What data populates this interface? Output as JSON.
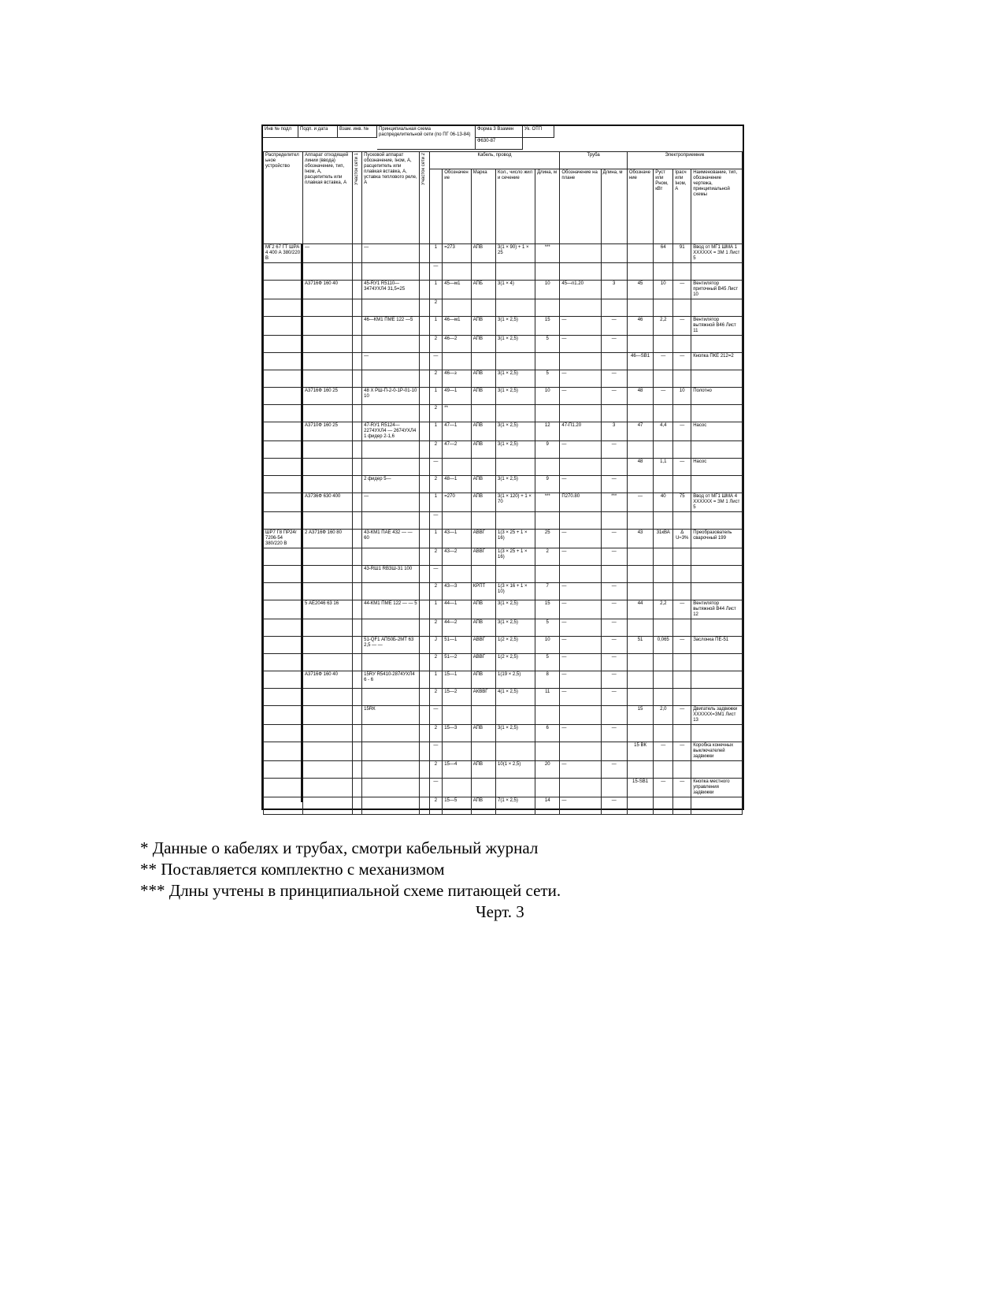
{
  "scan": {
    "stamp": [
      "Инв № подл",
      "Подп. и дата",
      "Взам. инв. №",
      "Принципиальная схема распределительной сети (по ПГ 06-13-84)",
      "Форма 3 Взамен",
      "Ук. ОТП",
      "Ф630-87"
    ],
    "headers": {
      "device": "Распределительное устройство",
      "apparatus": "Аппарат отходящей линии (вводa) обозначение, тип, Iном, А, расцепитель или плавкая вставка, А",
      "section1": "Участок сети 1",
      "starter": "Пусковой аппарат обозначение, Iном, А, расцепитель или плавкая вставка, А, уставка теплового реле, А",
      "section2": "Участок сети 2",
      "cable_group": "Кабель, провод",
      "pipe_group": "Труба",
      "receiver_group": "Электроприемник",
      "designation": "Обозначение",
      "mark": "Марка",
      "count_section": "Кол., число жил и сечение",
      "length": "Длина, м",
      "pipe_plan": "Обозначение на плане",
      "pipe_length": "Длина, м",
      "rec_designation": "Обозначение",
      "power": "Pуст или Pном, кВт",
      "current": "Iрасч или Iном, А",
      "name": "Наименование, тип, обозначение чертежа, принципиальной схемы"
    },
    "rows": [
      {
        "dev": "МГ2 67 ГТ ШРА 4 400 А 380/220 В",
        "app": "—",
        "st": "—",
        "n": "1",
        "d": "=273",
        "m": "АПВ",
        "s": "3(1 × 90) + 1 × 25",
        "l": "***",
        "pp": "",
        "pl": "",
        "rd": "",
        "p": "64",
        "i": "91",
        "name": "Ввод от МГ1 ШМА 1 XXXXXX = ЗМ 1 Лист 5"
      },
      {
        "dev": "",
        "app": "",
        "st": "",
        "n": "—",
        "d": "",
        "m": "",
        "s": "",
        "l": "",
        "pp": "",
        "pl": "",
        "rd": "",
        "p": "",
        "i": "",
        "name": ""
      },
      {
        "dev": "",
        "app": "А3716Ф 160 40",
        "st": "45-RУ1 R5110—3474УХЛ4 31,5=25",
        "n": "1",
        "d": "45—м1",
        "m": "АПБ",
        "s": "3(1 × 4)",
        "l": "10",
        "pp": "45—п1.20",
        "pl": "3",
        "rd": "45",
        "p": "10",
        "i": "—",
        "name": "Вентилятор приточный В45 Лист 10"
      },
      {
        "dev": "",
        "app": "",
        "st": "",
        "n": "2",
        "d": "",
        "m": "",
        "s": "",
        "l": "",
        "pp": "",
        "pl": "",
        "rd": "",
        "p": "",
        "i": "",
        "name": ""
      },
      {
        "dev": "",
        "app": "",
        "st": "46—КМ1 ПМЕ 122 —5",
        "n": "1",
        "d": "46—м1",
        "m": "АПВ",
        "s": "3(1 × 2,5)",
        "l": "15",
        "pp": "—",
        "pl": "—",
        "rd": "46",
        "p": "2,2",
        "i": "—",
        "name": "Вентилятор вытяжной В46 Лист 11"
      },
      {
        "dev": "",
        "app": "",
        "st": "",
        "n": "2",
        "d": "46—2",
        "m": "АПВ",
        "s": "3(1 × 2,5)",
        "l": "5",
        "pp": "—",
        "pl": "—",
        "rd": "",
        "p": "",
        "i": "",
        "name": ""
      },
      {
        "dev": "",
        "app": "",
        "st": "—",
        "n": "—",
        "d": "",
        "m": "",
        "s": "",
        "l": "",
        "pp": "",
        "pl": "",
        "rd": "46—SB1",
        "p": "—",
        "i": "—",
        "name": "Кнопка ПКЕ 212=2"
      },
      {
        "dev": "",
        "app": "",
        "st": "",
        "n": "2",
        "d": "46—з",
        "m": "АПВ",
        "s": "3(1 × 2,5)",
        "l": "5",
        "pp": "—",
        "pl": "—",
        "rd": "",
        "p": "",
        "i": "",
        "name": ""
      },
      {
        "dev": "",
        "app": "А3716Ф 160 25",
        "st": "48 X РШ-П-2-0-1Р-01-10 10",
        "n": "1",
        "d": "49—1",
        "m": "АПВ",
        "s": "3(1 × 2,5)",
        "l": "10",
        "pp": "—",
        "pl": "—",
        "rd": "48",
        "p": "—",
        "i": "10",
        "name": "Полотно"
      },
      {
        "dev": "",
        "app": "",
        "st": "",
        "n": "2",
        "d": "**",
        "m": "",
        "s": "",
        "l": "",
        "pp": "",
        "pl": "",
        "rd": "",
        "p": "",
        "i": "",
        "name": ""
      },
      {
        "dev": "",
        "app": "А3710Ф 160 25",
        "st": "47-RУ1 R5124— 2274УХЛ4 — 2674УХЛ4 1 фидер 2-1,6",
        "n": "1",
        "d": "47—1",
        "m": "АПВ",
        "s": "3(1 × 2,5)",
        "l": "12",
        "pp": "47-П1.20",
        "pl": "3",
        "rd": "47",
        "p": "4,4",
        "i": "—",
        "name": "Насос"
      },
      {
        "dev": "",
        "app": "",
        "st": "",
        "n": "2",
        "d": "47—2",
        "m": "АПВ",
        "s": "3(1 × 2,5)",
        "l": "9",
        "pp": "—",
        "pl": "—",
        "rd": "",
        "p": "",
        "i": "",
        "name": ""
      },
      {
        "dev": "",
        "app": "",
        "st": "",
        "n": "—",
        "d": "",
        "m": "",
        "s": "",
        "l": "",
        "pp": "",
        "pl": "",
        "rd": "48",
        "p": "1,1",
        "i": "—",
        "name": "Насос"
      },
      {
        "dev": "",
        "app": "",
        "st": "2 фидер 5—",
        "n": "2",
        "d": "48—1",
        "m": "АПВ",
        "s": "3(1 × 2,5)",
        "l": "9",
        "pp": "—",
        "pl": "—",
        "rd": "",
        "p": "",
        "i": "",
        "name": ""
      },
      {
        "dev": "",
        "app": "А3736Ф 630 400",
        "st": "—",
        "n": "1",
        "d": "=270",
        "m": "АПВ",
        "s": "3(1 × 120) + 1 × 70",
        "l": "***",
        "pp": "П270.80",
        "pl": "***",
        "rd": "—",
        "p": "40",
        "i": "75",
        "name": "Ввод от МГ1 ШМА 4 XXXXXX = ЗМ 1 Лист 5"
      },
      {
        "dev": "",
        "app": "",
        "st": "",
        "n": "—",
        "d": "",
        "m": "",
        "s": "",
        "l": "",
        "pp": "",
        "pl": "",
        "rd": "",
        "p": "",
        "i": "",
        "name": ""
      },
      {
        "dev": "ШР7 Г8 ПР24г 7206-54 380/220 В",
        "app": "2 А3716Ф 160 80",
        "st": "43-КМ1 ПАЕ 432 — — 60",
        "n": "1",
        "d": "43—1",
        "m": "АВВГ",
        "s": "1(3 × 25 + 1 × 16)",
        "l": "25",
        "pp": "—",
        "pl": "—",
        "rd": "43",
        "p": "31кВА",
        "i": "Δ U≈3%",
        "name": "Преобразователь сварочный 199"
      },
      {
        "dev": "",
        "app": "",
        "st": "",
        "n": "2",
        "d": "43—2",
        "m": "АВВГ",
        "s": "1(3 × 25 + 1 × 16)",
        "l": "2",
        "pp": "—",
        "pl": "—",
        "rd": "",
        "p": "",
        "i": "",
        "name": ""
      },
      {
        "dev": "",
        "app": "",
        "st": "43-RШ1 RВЗШ-31 100",
        "n": "—",
        "d": "",
        "m": "",
        "s": "",
        "l": "",
        "pp": "",
        "pl": "",
        "rd": "",
        "p": "",
        "i": "",
        "name": ""
      },
      {
        "dev": "",
        "app": "",
        "st": "",
        "n": "2",
        "d": "43—3",
        "m": "КРПТ",
        "s": "1(3 × 16 + 1 × 10)",
        "l": "7",
        "pp": "—",
        "pl": "—",
        "rd": "",
        "p": "",
        "i": "",
        "name": ""
      },
      {
        "dev": "",
        "app": "5 АЕ2046 63 16",
        "st": "44-КМ1 ПМЕ 122 — — 5",
        "n": "1",
        "d": "44—1",
        "m": "АПВ",
        "s": "3(1 × 2,5)",
        "l": "15",
        "pp": "—",
        "pl": "—",
        "rd": "44",
        "p": "2,2",
        "i": "—",
        "name": "Вентилятор вытяжной В44 Лист 12"
      },
      {
        "dev": "",
        "app": "",
        "st": "",
        "n": "2",
        "d": "44—2",
        "m": "АПВ",
        "s": "3(1 × 2,5)",
        "l": "5",
        "pp": "—",
        "pl": "—",
        "rd": "",
        "p": "",
        "i": "",
        "name": ""
      },
      {
        "dev": "",
        "app": "",
        "st": "51-QF1 АП50Б-2МТ 63 2,5 — —",
        "n": "J",
        "d": "51—1",
        "m": "АВВГ",
        "s": "1(2 × 2,5)",
        "l": "10",
        "pp": "—",
        "pl": "—",
        "rd": "51",
        "p": "0,065",
        "i": "—",
        "name": "Заслонка ПЕ-51"
      },
      {
        "dev": "",
        "app": "",
        "st": "",
        "n": "2",
        "d": "51—2",
        "m": "АВВГ",
        "s": "1(2 × 2,5)",
        "l": "5",
        "pp": "—",
        "pl": "—",
        "rd": "",
        "p": "",
        "i": "",
        "name": ""
      },
      {
        "dev": "",
        "app": "А3716Ф 160 40",
        "st": "15RУ R5410-2874УХЛ4 6 - 6",
        "n": "1",
        "d": "15—1",
        "m": "АПВ",
        "s": "1(19 × 2,5)",
        "l": "8",
        "pp": "—",
        "pl": "—",
        "rd": "",
        "p": "",
        "i": "",
        "name": ""
      },
      {
        "dev": "",
        "app": "",
        "st": "",
        "n": "2",
        "d": "15—2",
        "m": "АКВВГ",
        "s": "4(1 × 2,5)",
        "l": "11",
        "pp": "—",
        "pl": "—",
        "rd": "",
        "p": "",
        "i": "",
        "name": ""
      },
      {
        "dev": "",
        "app": "",
        "st": "15RК",
        "n": "—",
        "d": "",
        "m": "",
        "s": "",
        "l": "",
        "pp": "",
        "pl": "",
        "rd": "15",
        "p": "2,0",
        "i": "—",
        "name": "Двигатель задвижки XXXXXX=ЗМ1 Лист 13"
      },
      {
        "dev": "",
        "app": "",
        "st": "",
        "n": "2",
        "d": "15—3",
        "m": "АПВ",
        "s": "3(1 × 2,5)",
        "l": "6",
        "pp": "—",
        "pl": "—",
        "rd": "",
        "p": "",
        "i": "",
        "name": ""
      },
      {
        "dev": "",
        "app": "",
        "st": "",
        "n": "—",
        "d": "",
        "m": "",
        "s": "",
        "l": "",
        "pp": "",
        "pl": "",
        "rd": "15 ВК",
        "p": "—",
        "i": "—",
        "name": "Коробка конечных выключателей задвижки"
      },
      {
        "dev": "",
        "app": "",
        "st": "",
        "n": "2",
        "d": "15—4",
        "m": "АПВ",
        "s": "10(1 × 2,5)",
        "l": "20",
        "pp": "—",
        "pl": "—",
        "rd": "",
        "p": "",
        "i": "",
        "name": ""
      },
      {
        "dev": "",
        "app": "",
        "st": "",
        "n": "—",
        "d": "",
        "m": "",
        "s": "",
        "l": "",
        "pp": "",
        "pl": "",
        "rd": "15-SB1",
        "p": "—",
        "i": "—",
        "name": "Кнопка местного управления задвижки"
      },
      {
        "dev": "",
        "app": "",
        "st": "",
        "n": "2",
        "d": "15—5",
        "m": "АПВ",
        "s": "7(1 × 2,5)",
        "l": "14",
        "pp": "—",
        "pl": "—",
        "rd": "",
        "p": "",
        "i": "",
        "name": ""
      }
    ]
  },
  "notes": [
    "* Данные о кабелях и трубах, смотри кабельный журнал",
    "** Поставляется комплектно с механизмом",
    "*** Длны учтены в принципиальной схеме питающей сети."
  ],
  "caption": "Черт. 3"
}
